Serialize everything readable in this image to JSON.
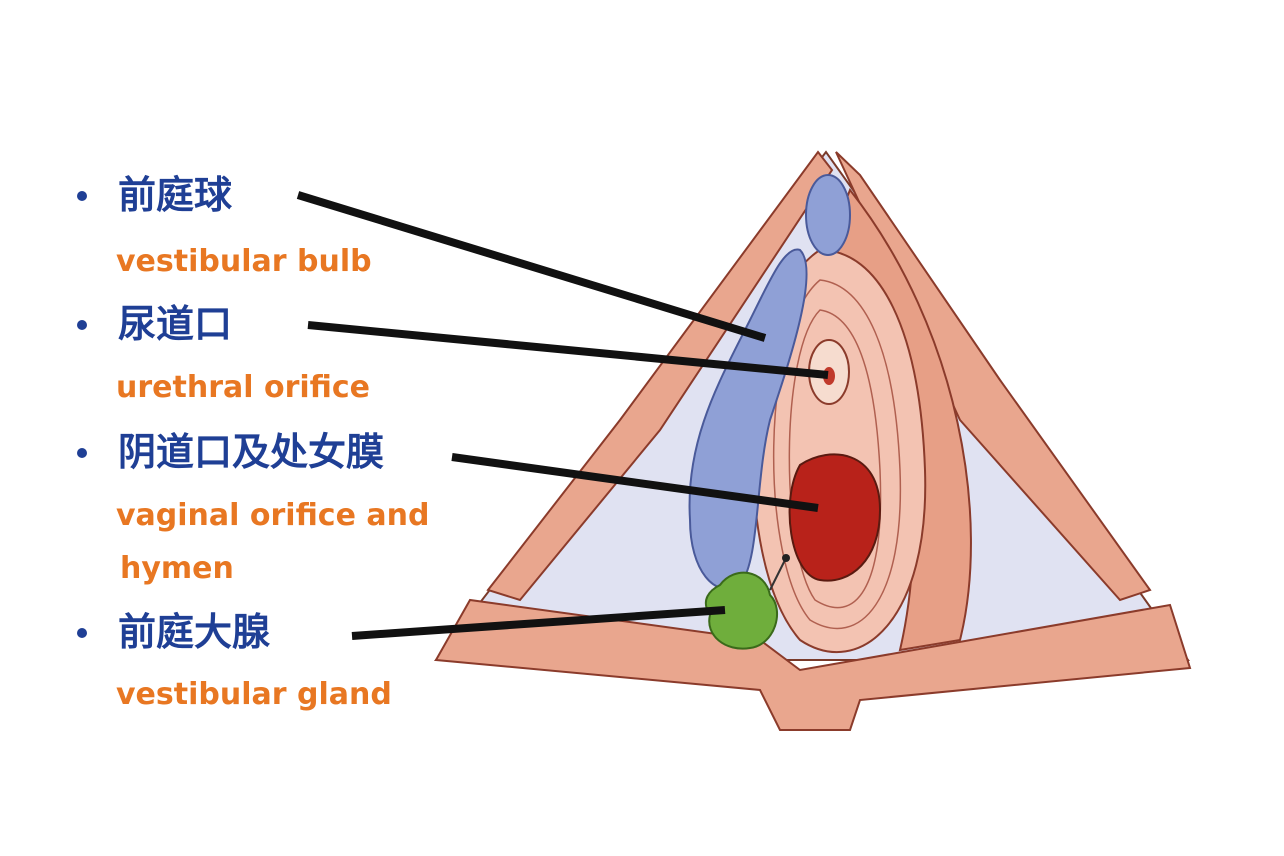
{
  "labels": [
    {
      "zh": "前庭球",
      "en": "vestibular bulb"
    },
    {
      "zh": "尿道口",
      "en": "urethral orifice"
    },
    {
      "zh": "阴道口及处女膜",
      "en": "vaginal orifice and",
      "en2": "hymen"
    },
    {
      "zh": "前庭大腺",
      "en": "vestibular gland"
    }
  ],
  "colors": {
    "label_zh": "#1f3f95",
    "label_en": "#e87722",
    "muscle": "#e8a58c",
    "bulb": "#8fa0d6",
    "gland": "#6fae3c",
    "vaginal": "#b8221a"
  }
}
